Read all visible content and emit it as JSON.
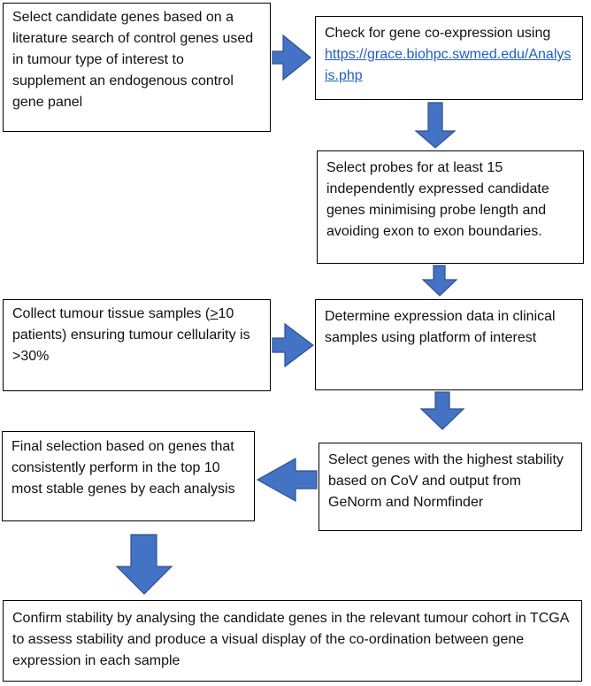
{
  "steps": {
    "literature": "Select candidate genes based on a literature search of control genes used in tumour type of interest to supplement an endogenous control gene panel",
    "coexpression_text": "Check for gene co-expression using",
    "coexpression_link": "https://grace.biohpc.swmed.edu/Analysis.php",
    "probes": "Select probes for at least 15 independently expressed candidate genes minimising probe length and avoiding exon to exon boundaries.",
    "collect_part1": "Collect tumour tissue samples (",
    "collect_geq": ">",
    "collect_part2": "10 patients) ensuring tumour cellularity is >30%",
    "expression": "Determine expression data in clinical samples using platform of interest",
    "stability_select": "Select genes with the highest stability based on CoV and output from GeNorm and Normfinder",
    "final_selection": "Final selection based on genes that consistently perform in the top 10 most stable genes by each analysis",
    "confirm": "Confirm stability by analysing the candidate genes in the relevant tumour cohort in TCGA to assess stability and produce a visual display of the co-ordination between gene expression in each sample"
  },
  "colors": {
    "arrow_fill": "#4472c4",
    "arrow_stroke": "#2f528f",
    "link": "#1f5fbf"
  }
}
